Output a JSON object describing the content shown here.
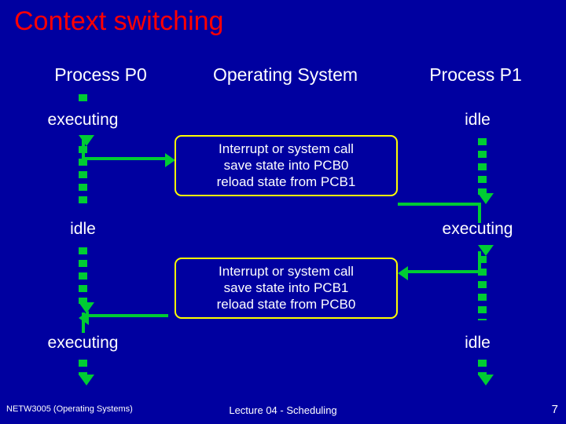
{
  "slide": {
    "title": "Context switching",
    "columns": [
      {
        "label": "Process P0"
      },
      {
        "label": "Operating System"
      },
      {
        "label": "Process P1"
      }
    ],
    "p0_states": [
      "executing",
      "idle",
      "executing"
    ],
    "p1_states": [
      "idle",
      "executing",
      "idle"
    ],
    "os_boxes": [
      {
        "line1": "Interrupt or system call",
        "line2": "save state into PCB0",
        "line3": "reload state from PCB1"
      },
      {
        "line1": "Interrupt or system call",
        "line2": "save state into PCB1",
        "line3": "reload state from PCB0"
      }
    ],
    "footer": {
      "left": "NETW3005 (Operating Systems)",
      "center": "Lecture 04 - Scheduling",
      "page": "7"
    },
    "colors": {
      "background": "#0000a0",
      "title": "#ff0000",
      "text": "#ffffff",
      "arrow": "#00cc33",
      "box_border": "#ffff00"
    }
  }
}
